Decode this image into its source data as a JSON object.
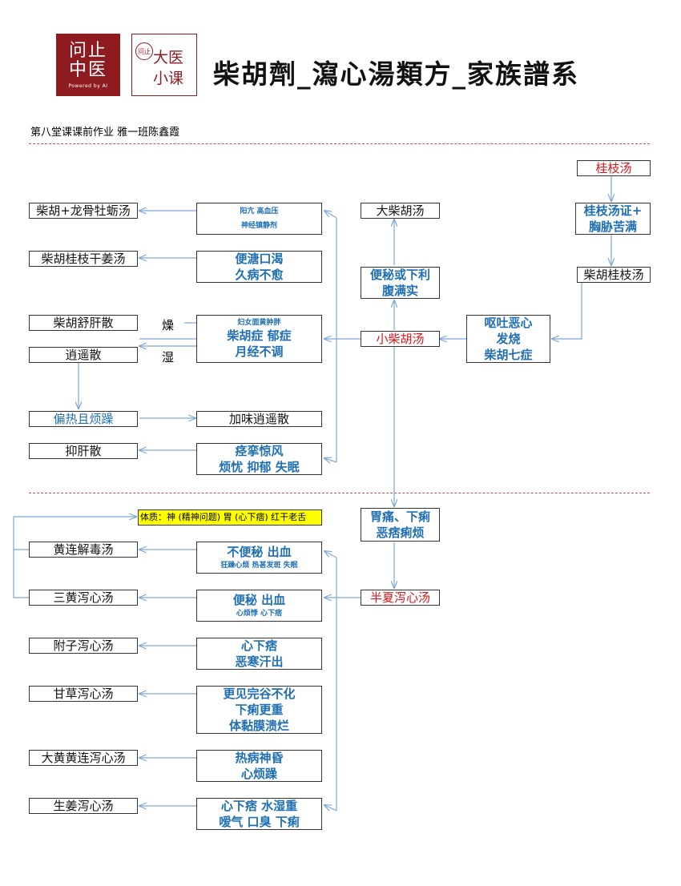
{
  "header": {
    "logo_left": [
      "问止",
      "中医",
      "Powered by AI"
    ],
    "logo_right": [
      "问止",
      "大医",
      "小课"
    ],
    "title": "柴胡劑_瀉心湯類方_家族譜系",
    "subtitle": "第八堂课课前作业  雅一班陈鑫霞"
  },
  "center": {
    "guizhi_tang": "桂枝汤",
    "guizhi_sym": [
      "桂枝汤证+",
      "胸胁苦满"
    ],
    "chaihu_guizhi": "柴胡桂枝汤",
    "xiao_sym": [
      "呕吐恶心",
      "发烧",
      "柴胡七症"
    ],
    "xiao_chaihu": "小柴胡汤",
    "da_sym": [
      "便秘或下利",
      "腹满实"
    ],
    "da_chaihu": "大柴胡汤",
    "banxia_sym": [
      "胃痛、下痢",
      "恶痞痢烦"
    ],
    "banxia_xiexin": "半夏泻心汤"
  },
  "left_upper": {
    "rows": [
      {
        "rx": "柴胡+龙骨牡蛎汤",
        "sym": [
          "阳亢  高血压",
          "神经镇静剂"
        ]
      },
      {
        "rx": "柴胡桂枝干姜汤",
        "sym": [
          "便溏口渴",
          "久病不愈"
        ]
      },
      {
        "rx": "柴胡舒肝散",
        "sym": [
          "妇女面黄肿胖",
          "柴胡症  郁症",
          "月经不调"
        ]
      },
      {
        "rx": "逍遥散"
      },
      {
        "rx": "偏热且烦躁",
        "target": "加味逍遥散"
      },
      {
        "rx": "抑肝散",
        "sym": [
          "痉挛惊风",
          "烦忧  抑郁  失眠"
        ]
      }
    ],
    "label_dry": "燥",
    "label_damp": "湿"
  },
  "left_lower": {
    "note": "体质：神 (精神问题) 胃 (心下痞) 红干老舌",
    "rows": [
      {
        "rx": "黄连解毒汤",
        "sym": [
          "不便秘  出血",
          "狂躁心烦  热甚发斑  失眠"
        ]
      },
      {
        "rx": "三黄泻心汤",
        "sym": [
          "便秘  出血",
          "心烦悸  心下痞"
        ]
      },
      {
        "rx": "附子泻心汤",
        "sym": [
          "心下痞",
          "恶寒汗出"
        ]
      },
      {
        "rx": "甘草泻心汤",
        "sym": [
          "更见完谷不化",
          "下痢更重",
          "体黏膜溃烂"
        ]
      },
      {
        "rx": "大黄黄连泻心汤",
        "sym": [
          "热病神昏",
          "心烦躁"
        ]
      },
      {
        "rx": "生姜泻心汤",
        "sym": [
          "心下痞  水湿重",
          "嗳气  口臭  下痢"
        ]
      }
    ]
  },
  "colors": {
    "arrow": "#7ea6d8",
    "symptom_text": "#1f6fb2",
    "highlight_text": "#d8151a",
    "note_bg": "#ffff00",
    "logo": "#8e1b1f",
    "divider": "#c0504d"
  }
}
